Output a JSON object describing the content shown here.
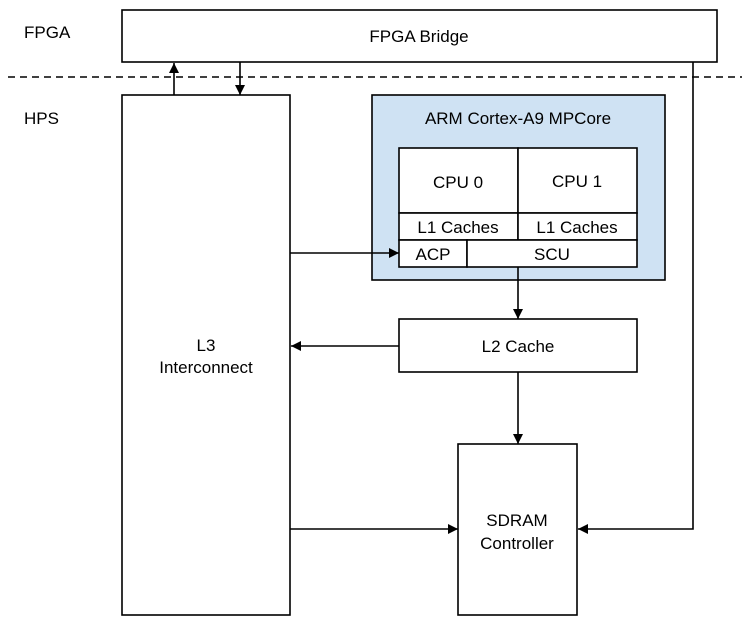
{
  "regions": {
    "fpga": "FPGA",
    "hps": "HPS"
  },
  "blocks": {
    "fpga_bridge": "FPGA Bridge",
    "arm_core": "ARM Cortex-A9 MPCore",
    "cpu0": "CPU 0",
    "cpu1": "CPU 1",
    "l1_caches_0": "L1 Caches",
    "l1_caches_1": "L1 Caches",
    "acp": "ACP",
    "scu": "SCU",
    "l2_cache": "L2 Cache",
    "l3_line1": "L3",
    "l3_line2": "Interconnect",
    "sdram_line1": "SDRAM",
    "sdram_line2": "Controller"
  },
  "colors": {
    "arm_fill": "#cfe2f3",
    "stroke": "#000000"
  }
}
